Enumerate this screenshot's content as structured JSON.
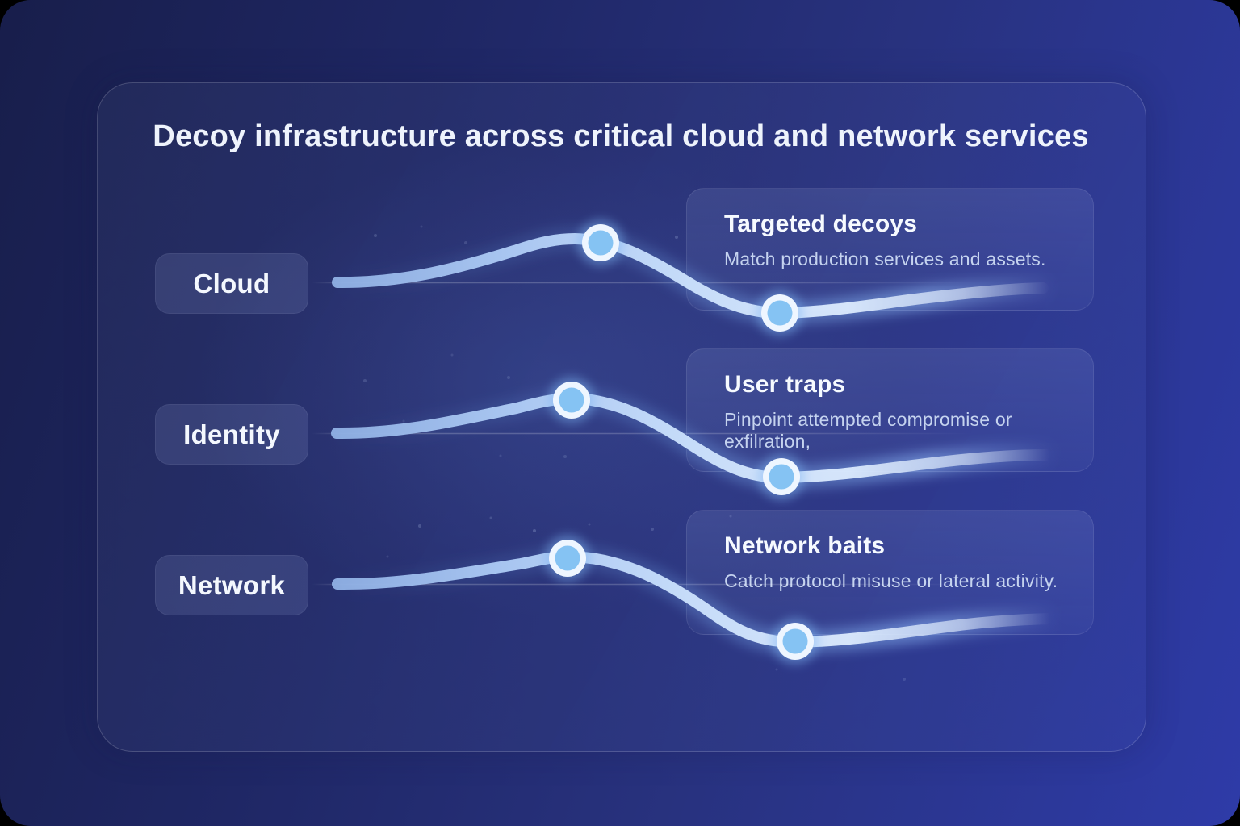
{
  "title": "Decoy infrastructure across critical cloud and network services",
  "rows": [
    {
      "label": "Cloud",
      "card": {
        "title": "Targeted decoys",
        "description": "Match production services and assets."
      }
    },
    {
      "label": "Identity",
      "card": {
        "title": "User traps",
        "description": "Pinpoint attempted compromise or exfilration,"
      }
    },
    {
      "label": "Network",
      "card": {
        "title": "Network baits",
        "description": "Catch protocol misuse or lateral activity."
      }
    }
  ],
  "colors": {
    "background_dark": "#181e4b",
    "background_bright": "#2e3ba8",
    "wave_start": "#8fb0e4",
    "wave_bright": "#dcebfe",
    "node_fill": "#85c3f3",
    "node_ring": "#eef6ff",
    "text_primary": "#f2f6fe",
    "text_secondary": "#c5d3ef"
  }
}
